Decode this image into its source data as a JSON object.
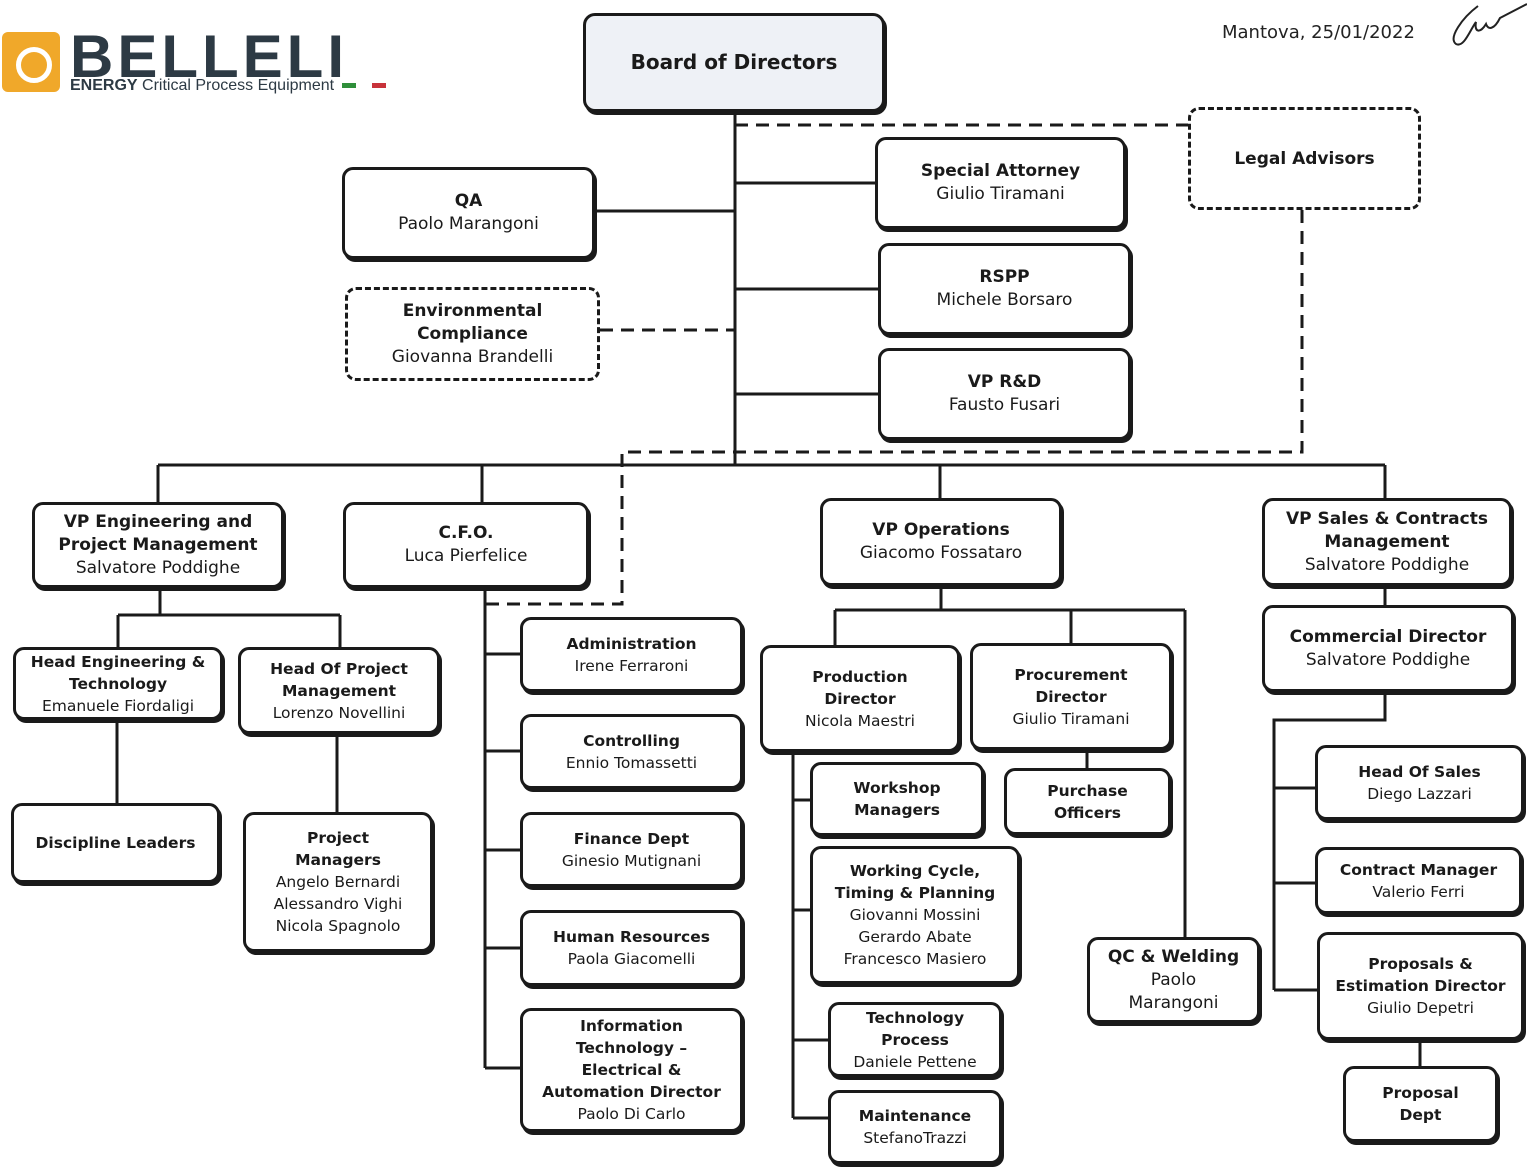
{
  "header": {
    "logo_word": "BELLELI",
    "logo_tag_bold": "ENERGY",
    "logo_tag_rest": "Critical Process Equipment",
    "date": "Mantova, 25/01/2022"
  },
  "colors": {
    "line": "#1a1a1a",
    "board_fill": "#eef1f6",
    "logo_orange": "#f0a82a",
    "logo_text": "#2d3a44",
    "flag_green": "#2f8f3a",
    "flag_red": "#c8323a"
  },
  "org": {
    "board": {
      "title": "Board of Directors"
    },
    "legal": {
      "title": "Legal Advisors"
    },
    "qa": {
      "title": "QA",
      "name": "Paolo Marangoni"
    },
    "env": {
      "title": "Environmental\nCompliance",
      "name": "Giovanna Brandelli"
    },
    "special_attorney": {
      "title": "Special Attorney",
      "name": "Giulio Tiramani"
    },
    "rspp": {
      "title": "RSPP",
      "name": "Michele Borsaro"
    },
    "vp_rd": {
      "title": "VP R&D",
      "name": "Fausto Fusari"
    },
    "vp_eng": {
      "title": "VP Engineering and\nProject Management",
      "name": "Salvatore Poddighe"
    },
    "cfo": {
      "title": "C.F.O.",
      "name": "Luca Pierfelice"
    },
    "vp_ops": {
      "title": "VP Operations",
      "name": "Giacomo Fossataro"
    },
    "vp_sales": {
      "title": "VP Sales & Contracts\nManagement",
      "name": "Salvatore Poddighe"
    },
    "head_eng": {
      "title": "Head Engineering &\nTechnology",
      "name": "Emanuele Fiordaligi"
    },
    "head_pm": {
      "title": "Head Of Project\nManagement",
      "name": "Lorenzo Novellini"
    },
    "discipline": {
      "title": "Discipline Leaders"
    },
    "pms": {
      "title": "Project\nManagers",
      "name": "Angelo Bernardi\nAlessandro Vighi\nNicola Spagnolo"
    },
    "admin": {
      "title": "Administration",
      "name": "Irene Ferraroni"
    },
    "controlling": {
      "title": "Controlling",
      "name": "Ennio Tomassetti"
    },
    "finance": {
      "title": "Finance Dept",
      "name": "Ginesio Mutignani"
    },
    "hr": {
      "title": "Human Resources",
      "name": "Paola Giacomelli"
    },
    "it": {
      "title": "Information\nTechnology –\nElectrical &\nAutomation Director",
      "name": "Paolo Di Carlo"
    },
    "prod": {
      "title": "Production\nDirector",
      "name": "Nicola Maestri"
    },
    "proc": {
      "title": "Procurement\nDirector",
      "name": "Giulio Tiramani"
    },
    "workshop": {
      "title": "Workshop\nManagers"
    },
    "purchase": {
      "title": "Purchase\nOfficers"
    },
    "cycle": {
      "title": "Working Cycle,\nTiming & Planning",
      "name": "Giovanni Mossini\nGerardo Abate\nFrancesco Masiero"
    },
    "tech": {
      "title": "Technology\nProcess",
      "name": "Daniele Pettene"
    },
    "maint": {
      "title": "Maintenance",
      "name": "StefanoTrazzi"
    },
    "qc": {
      "title": "QC & Welding",
      "name": "Paolo\nMarangoni"
    },
    "commercial": {
      "title": "Commercial Director",
      "name": "Salvatore Poddighe"
    },
    "head_sales": {
      "title": "Head Of Sales",
      "name": "Diego Lazzari"
    },
    "contract": {
      "title": "Contract Manager",
      "name": "Valerio Ferri"
    },
    "proposals": {
      "title": "Proposals &\nEstimation Director",
      "name": "Giulio Depetri"
    },
    "proposal_dept": {
      "title": "Proposal\nDept"
    }
  }
}
